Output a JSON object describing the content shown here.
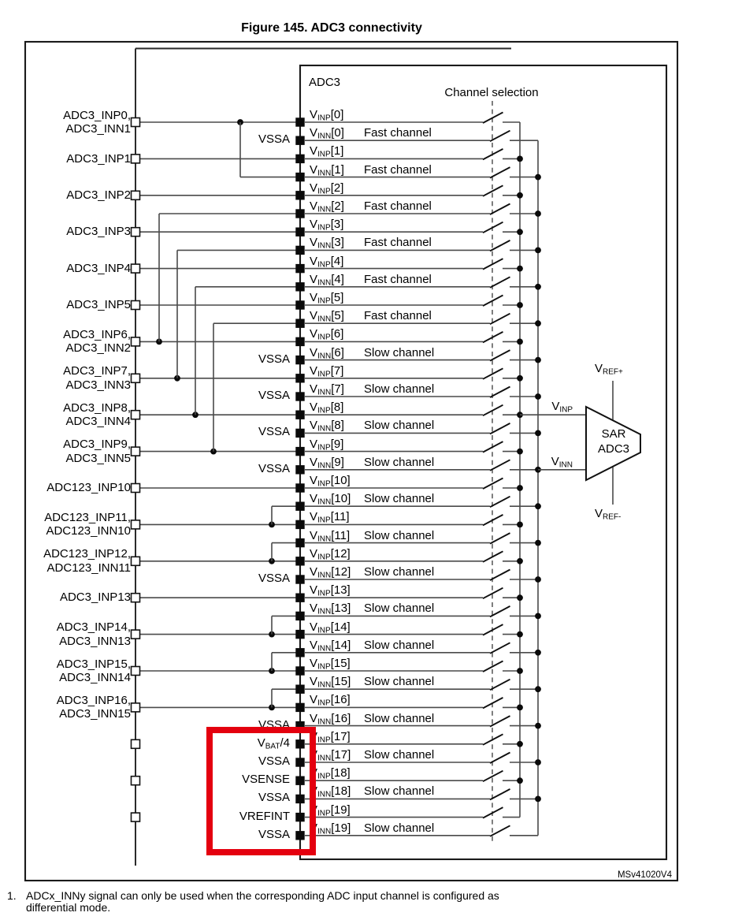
{
  "title": "Figure 145. ADC3 connectivity",
  "adc_block": {
    "name": "ADC3",
    "channel_selection": "Channel selection"
  },
  "labels": {
    "vssa": "VSSA"
  },
  "sar": {
    "line1": "SAR",
    "line2": "ADC3",
    "vref_plus": {
      "pre": "V",
      "sub": "REF+",
      "post": ""
    },
    "vref_minus": {
      "pre": "V",
      "sub": "REF-",
      "post": ""
    },
    "vinp": {
      "pre": "V",
      "sub": "INP",
      "post": ""
    },
    "vinn": {
      "pre": "V",
      "sub": "INN",
      "post": ""
    }
  },
  "channels": [
    {
      "n": 0,
      "inp": {
        "pre": "V",
        "sub": "INP",
        "post": "[0]"
      },
      "inn": {
        "pre": "V",
        "sub": "INN",
        "post": "[0]"
      },
      "speed": "Fast channel",
      "vssa": true,
      "ext": null
    },
    {
      "n": 1,
      "inp": {
        "pre": "V",
        "sub": "INP",
        "post": "[1]"
      },
      "inn": {
        "pre": "V",
        "sub": "INN",
        "post": "[1]"
      },
      "speed": "Fast channel",
      "vssa": false,
      "ext": null
    },
    {
      "n": 2,
      "inp": {
        "pre": "V",
        "sub": "INP",
        "post": "[2]"
      },
      "inn": {
        "pre": "V",
        "sub": "INN",
        "post": "[2]"
      },
      "speed": "Fast channel",
      "vssa": false,
      "ext": null
    },
    {
      "n": 3,
      "inp": {
        "pre": "V",
        "sub": "INP",
        "post": "[3]"
      },
      "inn": {
        "pre": "V",
        "sub": "INN",
        "post": "[3]"
      },
      "speed": "Fast channel",
      "vssa": false,
      "ext": null
    },
    {
      "n": 4,
      "inp": {
        "pre": "V",
        "sub": "INP",
        "post": "[4]"
      },
      "inn": {
        "pre": "V",
        "sub": "INN",
        "post": "[4]"
      },
      "speed": "Fast channel",
      "vssa": false,
      "ext": null
    },
    {
      "n": 5,
      "inp": {
        "pre": "V",
        "sub": "INP",
        "post": "[5]"
      },
      "inn": {
        "pre": "V",
        "sub": "INN",
        "post": "[5]"
      },
      "speed": "Fast channel",
      "vssa": false,
      "ext": null
    },
    {
      "n": 6,
      "inp": {
        "pre": "V",
        "sub": "INP",
        "post": "[6]"
      },
      "inn": {
        "pre": "V",
        "sub": "INN",
        "post": "[6]"
      },
      "speed": "Slow channel",
      "vssa": true,
      "ext": null
    },
    {
      "n": 7,
      "inp": {
        "pre": "V",
        "sub": "INP",
        "post": "[7]"
      },
      "inn": {
        "pre": "V",
        "sub": "INN",
        "post": "[7]"
      },
      "speed": "Slow channel",
      "vssa": true,
      "ext": null
    },
    {
      "n": 8,
      "inp": {
        "pre": "V",
        "sub": "INP",
        "post": "[8]"
      },
      "inn": {
        "pre": "V",
        "sub": "INN",
        "post": "[8]"
      },
      "speed": "Slow channel",
      "vssa": true,
      "ext": null
    },
    {
      "n": 9,
      "inp": {
        "pre": "V",
        "sub": "INP",
        "post": "[9]"
      },
      "inn": {
        "pre": "V",
        "sub": "INN",
        "post": "[9]"
      },
      "speed": "Slow channel",
      "vssa": true,
      "ext": null
    },
    {
      "n": 10,
      "inp": {
        "pre": "V",
        "sub": "INP",
        "post": "[10]"
      },
      "inn": {
        "pre": "V",
        "sub": "INN",
        "post": "[10]"
      },
      "speed": "Slow channel",
      "vssa": false,
      "ext": null
    },
    {
      "n": 11,
      "inp": {
        "pre": "V",
        "sub": "INP",
        "post": "[11]"
      },
      "inn": {
        "pre": "V",
        "sub": "INN",
        "post": "[11]"
      },
      "speed": "Slow channel",
      "vssa": false,
      "ext": null
    },
    {
      "n": 12,
      "inp": {
        "pre": "V",
        "sub": "INP",
        "post": "[12]"
      },
      "inn": {
        "pre": "V",
        "sub": "INN",
        "post": "[12]"
      },
      "speed": "Slow channel",
      "vssa": true,
      "ext": null
    },
    {
      "n": 13,
      "inp": {
        "pre": "V",
        "sub": "INP",
        "post": "[13]"
      },
      "inn": {
        "pre": "V",
        "sub": "INN",
        "post": "[13]"
      },
      "speed": "Slow channel",
      "vssa": false,
      "ext": null
    },
    {
      "n": 14,
      "inp": {
        "pre": "V",
        "sub": "INP",
        "post": "[14]"
      },
      "inn": {
        "pre": "V",
        "sub": "INN",
        "post": "[14]"
      },
      "speed": "Slow channel",
      "vssa": false,
      "ext": null
    },
    {
      "n": 15,
      "inp": {
        "pre": "V",
        "sub": "INP",
        "post": "[15]"
      },
      "inn": {
        "pre": "V",
        "sub": "INN",
        "post": "[15]"
      },
      "speed": "Slow channel",
      "vssa": false,
      "ext": null
    },
    {
      "n": 16,
      "inp": {
        "pre": "V",
        "sub": "INP",
        "post": "[16]"
      },
      "inn": {
        "pre": "V",
        "sub": "INN",
        "post": "[16]"
      },
      "speed": "Slow channel",
      "vssa": true,
      "ext": null
    },
    {
      "n": 17,
      "inp": {
        "pre": "V",
        "sub": "INP",
        "post": "[17]"
      },
      "inn": {
        "pre": "V",
        "sub": "INN",
        "post": "[17]"
      },
      "speed": "Slow channel",
      "vssa": true,
      "ext": {
        "pre": "V",
        "sub": "BAT",
        "post": "/4"
      }
    },
    {
      "n": 18,
      "inp": {
        "pre": "V",
        "sub": "INP",
        "post": "[18]"
      },
      "inn": {
        "pre": "V",
        "sub": "INN",
        "post": "[18]"
      },
      "speed": "Slow channel",
      "vssa": true,
      "ext": {
        "pre": "VSENSE",
        "sub": "",
        "post": ""
      }
    },
    {
      "n": 19,
      "inp": {
        "pre": "V",
        "sub": "INP",
        "post": "[19]"
      },
      "inn": {
        "pre": "V",
        "sub": "INN",
        "post": "[19]"
      },
      "speed": "Slow channel",
      "vssa": true,
      "ext": {
        "pre": "VREFINT",
        "sub": "",
        "post": ""
      }
    }
  ],
  "left_pins": [
    {
      "lines": [
        "ADC3_INP0,",
        "ADC3_INN1"
      ]
    },
    {
      "lines": [
        "ADC3_INP1"
      ]
    },
    {
      "lines": [
        "ADC3_INP2"
      ]
    },
    {
      "lines": [
        "ADC3_INP3"
      ]
    },
    {
      "lines": [
        "ADC3_INP4"
      ]
    },
    {
      "lines": [
        "ADC3_INP5"
      ]
    },
    {
      "lines": [
        "ADC3_INP6,",
        "ADC3_INN2"
      ]
    },
    {
      "lines": [
        "ADC3_INP7,",
        "ADC3_INN3"
      ]
    },
    {
      "lines": [
        "ADC3_INP8,",
        "ADC3_INN4"
      ]
    },
    {
      "lines": [
        "ADC3_INP9,",
        "ADC3_INN5"
      ]
    },
    {
      "lines": [
        "ADC123_INP10"
      ]
    },
    {
      "lines": [
        "ADC123_INP11,",
        "ADC123_INN10"
      ]
    },
    {
      "lines": [
        "ADC123_INP12,",
        "ADC123_INN11"
      ]
    },
    {
      "lines": [
        "ADC3_INP13"
      ]
    },
    {
      "lines": [
        "ADC3_INP14,",
        "ADC3_INN13"
      ]
    },
    {
      "lines": [
        "ADC3_INP15,",
        "ADC3_INN14"
      ]
    },
    {
      "lines": [
        "ADC3_INP16,",
        "ADC3_INN15"
      ]
    },
    {
      "lines": []
    },
    {
      "lines": []
    },
    {
      "lines": []
    }
  ],
  "watermark": "MSv41020V4",
  "footnote": {
    "marker": "1.",
    "line1": "ADCx_INNy signal can only be used when the corresponding ADC input channel is configured as",
    "line2": "differential mode."
  },
  "colors": {
    "highlight_red": "#e4000f"
  }
}
